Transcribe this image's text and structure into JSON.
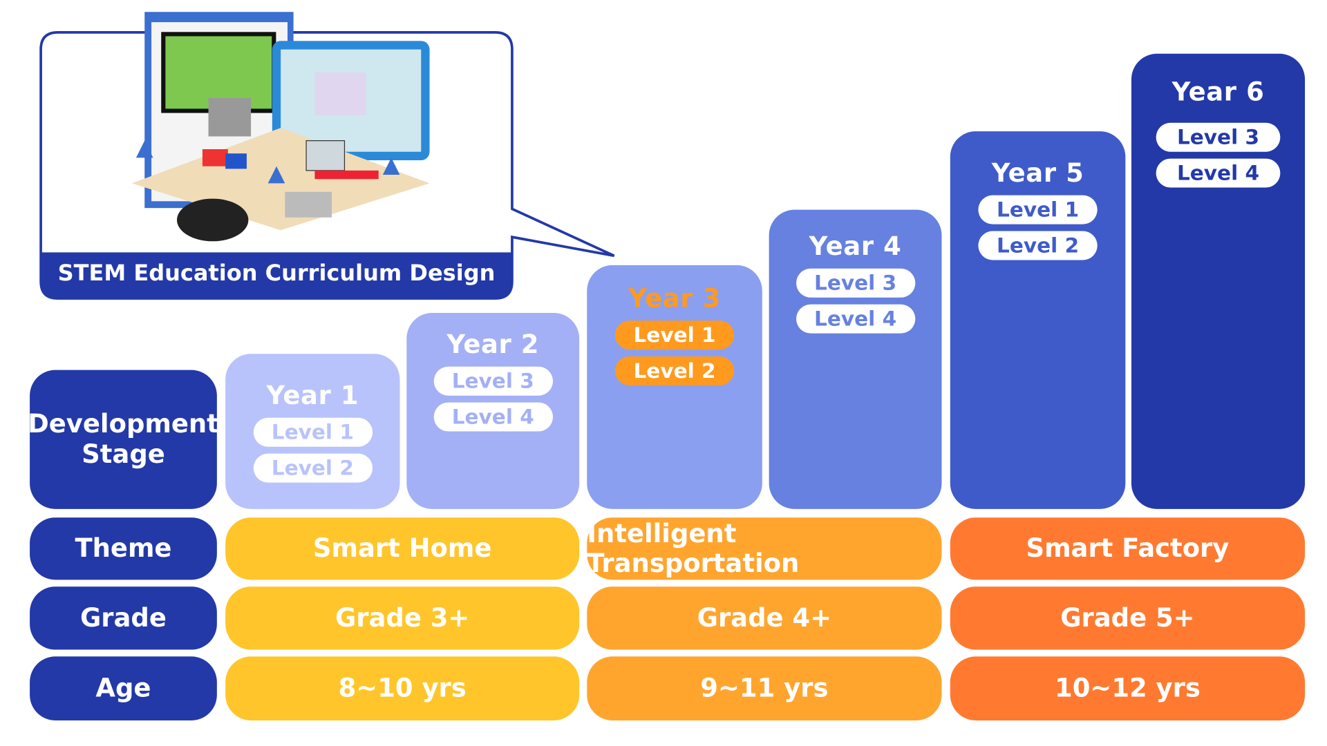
{
  "callout": {
    "caption": "STEM Education Curriculum Design"
  },
  "stage_label": "Development Stage",
  "years": [
    {
      "title": "Year 1",
      "levels": [
        "Level 1",
        "Level 2"
      ]
    },
    {
      "title": "Year 2",
      "levels": [
        "Level 3",
        "Level 4"
      ]
    },
    {
      "title": "Year 3",
      "levels": [
        "Level 1",
        "Level 2"
      ]
    },
    {
      "title": "Year 4",
      "levels": [
        "Level 3",
        "Level 4"
      ]
    },
    {
      "title": "Year 5",
      "levels": [
        "Level 1",
        "Level 2"
      ]
    },
    {
      "title": "Year 6",
      "levels": [
        "Level 3",
        "Level 4"
      ]
    }
  ],
  "rows": {
    "theme": {
      "label": "Theme",
      "values": [
        "Smart Home",
        "Intelligent Transportation",
        "Smart Factory"
      ]
    },
    "grade": {
      "label": "Grade",
      "values": [
        "Grade 3+",
        "Grade 4+",
        "Grade 5+"
      ]
    },
    "age": {
      "label": "Age",
      "values": [
        "8~10 yrs",
        "9~11 yrs",
        "10~12 yrs"
      ]
    }
  },
  "colors": {
    "navy": "#2339a8",
    "yellow": "#ffc52a",
    "orange": "#ffa52e",
    "red_orange": "#ff7a30",
    "highlight": "#ff9a1f"
  }
}
